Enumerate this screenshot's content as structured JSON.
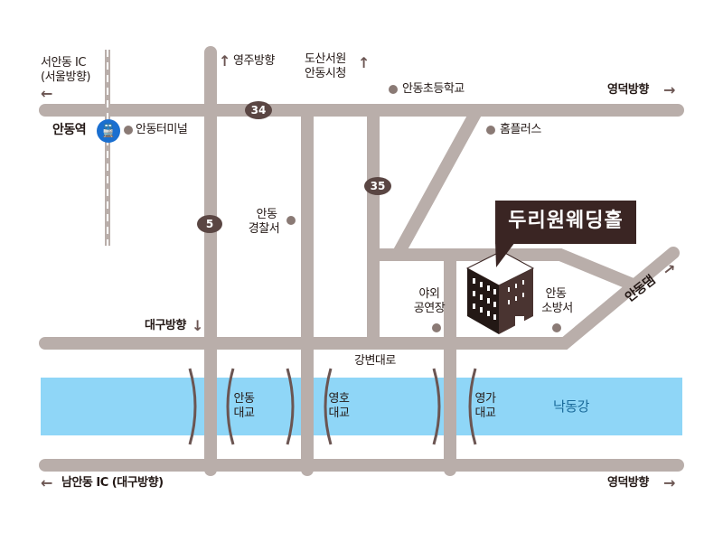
{
  "colors": {
    "road": "#b9aeaa",
    "river": "#8fd6f7",
    "marker": "#5a4643",
    "label_box": "#3a2523",
    "station": "#1a6fd0"
  },
  "destination": "두리원웨딩홀",
  "route_markers": [
    "34",
    "5",
    "35"
  ],
  "directions": {
    "seoandong": "서안동 IC",
    "seoandong_sub": "(서울방향)",
    "yeongju": "영주방향",
    "dosan1": "도산서원",
    "dosan2": "안동시청",
    "yeongdeok_top": "영덕방향",
    "daegu": "대구방향",
    "namandong": "남안동 IC (대구방향)",
    "yeongdeok_bottom": "영덕방향",
    "andong_dam": "안동댐"
  },
  "places": {
    "station": "안동역",
    "terminal": "안동터미널",
    "school": "안동초등학교",
    "homeplus": "홈플러스",
    "police1": "안동",
    "police2": "경찰서",
    "stage1": "야외",
    "stage2": "공연장",
    "fire1": "안동",
    "fire2": "소방서",
    "road": "강변대로",
    "river": "낙동강"
  },
  "bridges": [
    {
      "l1": "안동",
      "l2": "대교"
    },
    {
      "l1": "영호",
      "l2": "대교"
    },
    {
      "l1": "영가",
      "l2": "대교"
    }
  ],
  "icons": {
    "station": "train-icon"
  }
}
